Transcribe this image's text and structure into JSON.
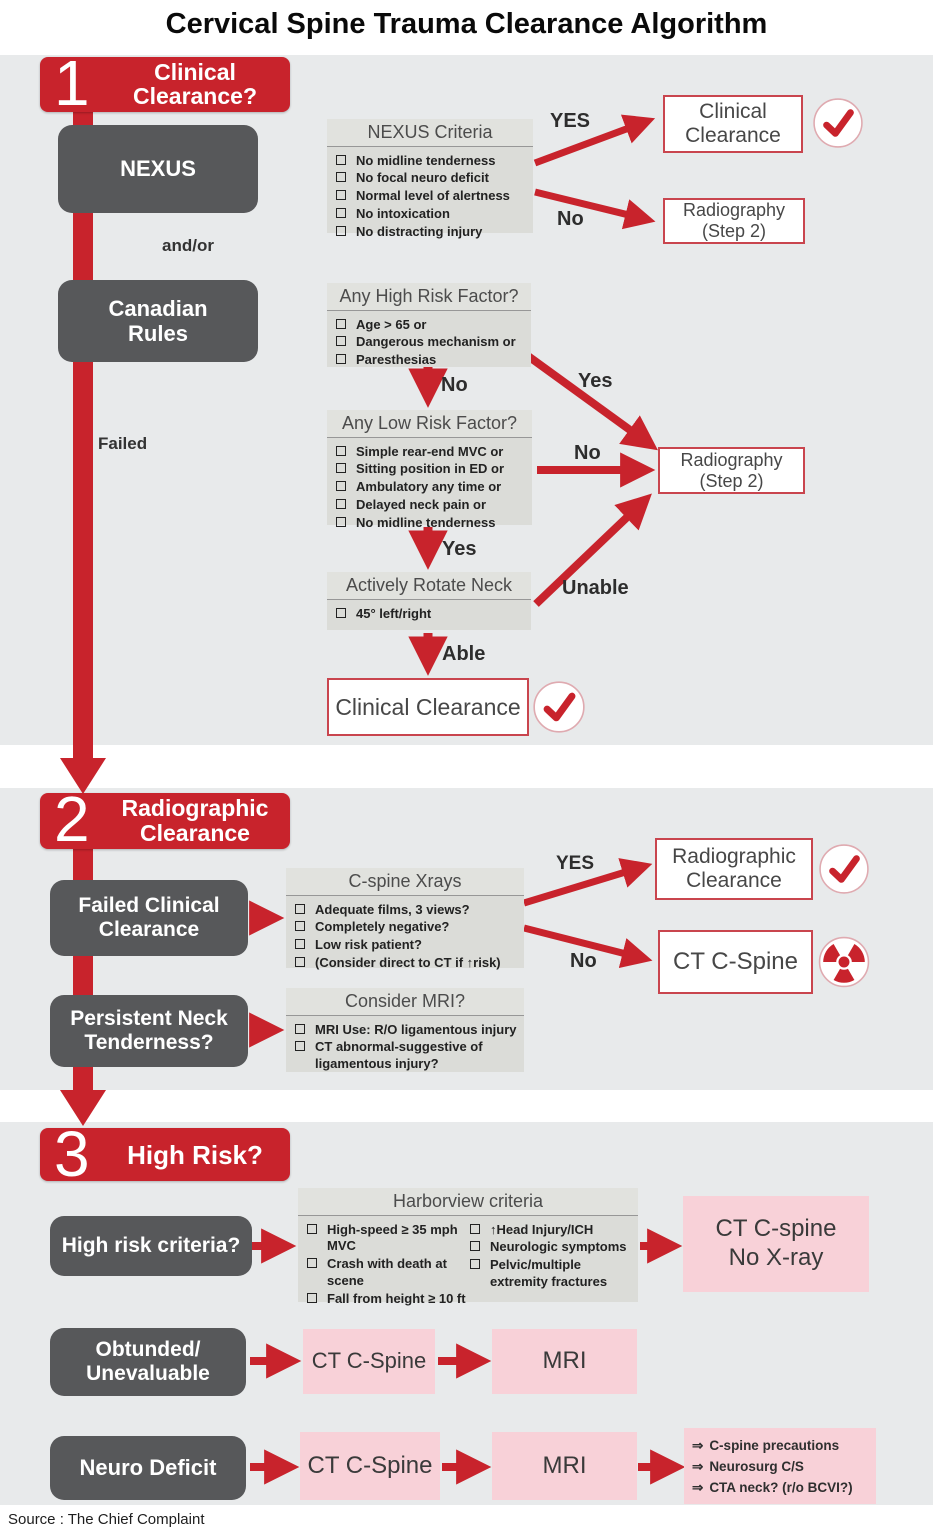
{
  "title": "Cervical Spine Trauma Clearance Algorithm",
  "source": "Source : The Chief Complaint",
  "colors": {
    "red": "#c8232c",
    "dark": "#57585a",
    "panel": "#dbdcd8",
    "pink": "#f8d1d8",
    "band": "#e8eaeb"
  },
  "s1": {
    "num": "1",
    "title": "Clinical Clearance?",
    "nexus": "NEXUS",
    "andor": "and/or",
    "canadian": "Canadian Rules",
    "failed": "Failed",
    "nexusPanel": {
      "title": "NEXUS Criteria",
      "items": [
        "No midline tenderness",
        "No focal neuro deficit",
        "Normal level of alertness",
        "No intoxication",
        "No distracting injury"
      ]
    },
    "yes": "YES",
    "no": "No",
    "clinicalClearance": "Clinical Clearance",
    "radiography": "Radiography (Step 2)",
    "highPanel": {
      "title": "Any High Risk Factor?",
      "items": [
        "Age > 65 or",
        "Dangerous mechanism or",
        "Paresthesias"
      ]
    },
    "hrNo": "No",
    "hrYes": "Yes",
    "lowPanel": {
      "title": "Any Low Risk Factor?",
      "items": [
        "Simple rear-end MVC or",
        "Sitting position in ED or",
        "Ambulatory any time or",
        "Delayed neck pain or",
        "No midline tenderness"
      ]
    },
    "lrNo": "No",
    "lrYes": "Yes",
    "rotatePanel": {
      "title": "Actively Rotate Neck",
      "items": [
        "45° left/right"
      ]
    },
    "unable": "Unable",
    "able": "Able",
    "radiography2": "Radiography (Step 2)",
    "clinicalClearance2": "Clinical Clearance"
  },
  "s2": {
    "num": "2",
    "title": "Radiographic Clearance",
    "failedBox": "Failed Clinical Clearance",
    "persistentBox": "Persistent Neck Tenderness?",
    "xrayPanel": {
      "title": "C-spine Xrays",
      "items": [
        "Adequate films, 3 views?",
        "Completely negative?",
        "Low risk patient?",
        "(Consider direct to CT if ↑risk)"
      ]
    },
    "yes": "YES",
    "no": "No",
    "radioClearance": "Radiographic Clearance",
    "ct": "CT C-Spine",
    "mriPanel": {
      "title": "Consider MRI?",
      "items": [
        "MRI Use: R/O ligamentous injury",
        "CT abnormal-suggestive of ligamentous injury?"
      ]
    }
  },
  "s3": {
    "num": "3",
    "title": "High Risk?",
    "criteriaBox": "High risk criteria?",
    "harborview": {
      "title": "Harborview criteria",
      "left": [
        "High-speed ≥ 35 mph MVC",
        "Crash with death at scene",
        "Fall from height ≥ 10 ft"
      ],
      "right": [
        "↑Head Injury/ICH",
        "Neurologic symptoms",
        "Pelvic/multiple extremity fractures"
      ]
    },
    "ctNoXray": "CT C-spine No X-ray",
    "obtunded": "Obtunded/ Unevaluable",
    "ct1": "CT C-Spine",
    "mri1": "MRI",
    "neuro": "Neuro Deficit",
    "ct2": "CT C-Spine",
    "mri2": "MRI",
    "arrowGlyph": "⇒",
    "precautions": [
      "C-spine precautions",
      "Neurosurg C/S",
      "CTA neck? (r/o BCVI?)"
    ]
  }
}
